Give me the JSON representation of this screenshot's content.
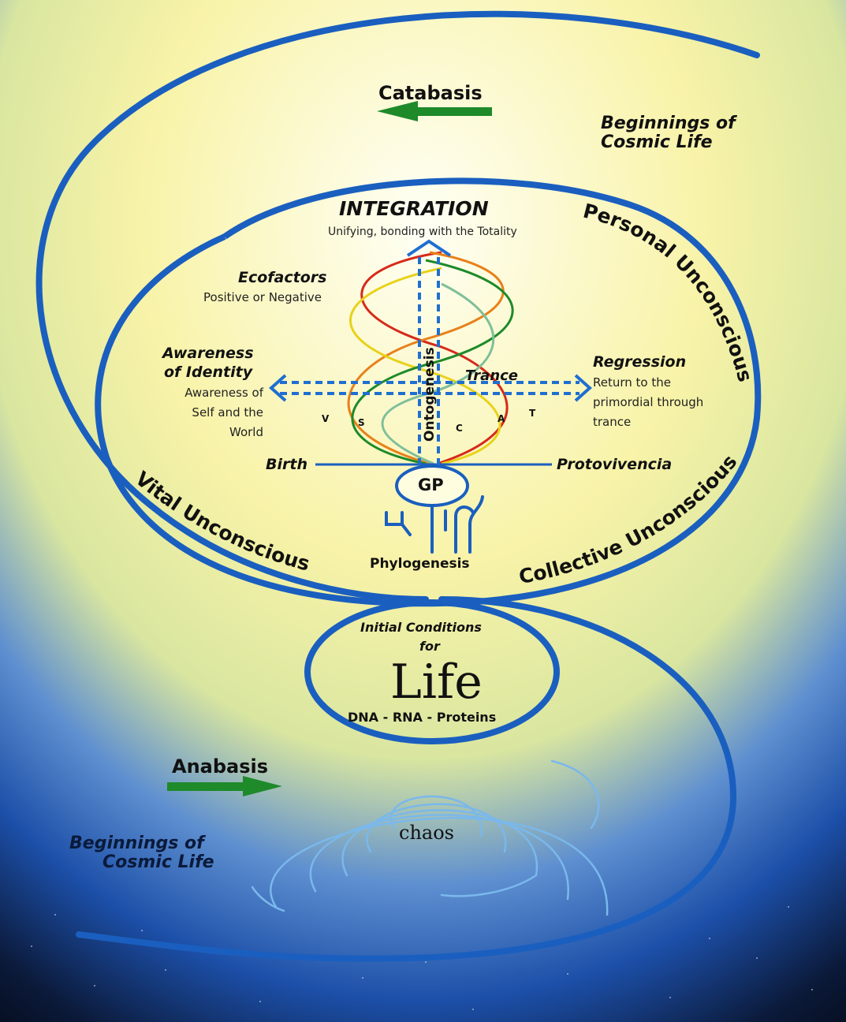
{
  "title": {
    "main": "INTEGRATION",
    "sub": "Unifying, bonding with the Totality"
  },
  "catabasis": "Catabasis",
  "anabasis": "Anabasis",
  "beginnings_top": [
    "Beginnings of",
    "Cosmic Life"
  ],
  "beginnings_bottom": [
    "Beginnings of",
    "Cosmic Life"
  ],
  "ecofactors": {
    "title": "Ecofactors",
    "sub": "Positive or Negative"
  },
  "awareness": {
    "title1": "Awareness",
    "title2": "of Identity",
    "sub1": "Awareness of",
    "sub2": "Self and the",
    "sub3": "World"
  },
  "regression": {
    "title": "Regression",
    "sub1": "Return to the",
    "sub2": "primordial through",
    "sub3": "trance"
  },
  "trance": "Trance",
  "ontogenesis": "Ontogenesis",
  "birth": "Birth",
  "protovivencia": "Protovivencia",
  "gp": "GP",
  "phylogenesis": "Phylogenesis",
  "letters": {
    "v": "V",
    "s": "S",
    "c": "C",
    "a": "A",
    "t": "T"
  },
  "arcs": {
    "personal": "Personal Unconscious",
    "collective": "Collective Unconscious",
    "vital": "Vital Unconscious"
  },
  "initial": {
    "line1": "Initial Conditions",
    "line2": "for",
    "life": "Life",
    "dna": "DNA - RNA - Proteins"
  },
  "chaos": "chaos",
  "colors": {
    "spiral": "#1a5fbf",
    "arrow": "#1e8a2a",
    "dashed": "#1f6fd1",
    "helix": [
      "#d62a1a",
      "#e8801a",
      "#e8d21a",
      "#1e8a2a",
      "#7fbf9a"
    ]
  }
}
